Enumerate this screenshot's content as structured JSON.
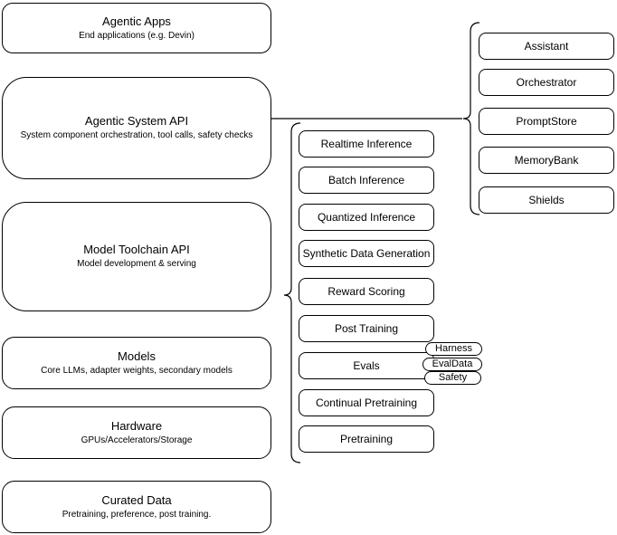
{
  "diagram": {
    "left_stack": [
      {
        "title": "Agentic Apps",
        "subtitle": "End applications (e.g. Devin)"
      },
      {
        "title": "Agentic System API",
        "subtitle": "System component orchestration, tool calls, safety checks"
      },
      {
        "title": "Model Toolchain API",
        "subtitle": "Model development & serving"
      },
      {
        "title": "Models",
        "subtitle": "Core LLMs, adapter weights, secondary models"
      },
      {
        "title": "Hardware",
        "subtitle": "GPUs/Accelerators/Storage"
      },
      {
        "title": "Curated Data",
        "subtitle": "Pretraining, preference, post training."
      }
    ],
    "model_toolchain_items": [
      "Realtime Inference",
      "Batch Inference",
      "Quantized Inference",
      "Synthetic Data Generation",
      "Reward Scoring",
      "Post Training",
      "Evals",
      "Continual Pretraining",
      "Pretraining"
    ],
    "eval_tags": [
      "Harness",
      "EvalData",
      "Safety"
    ],
    "agentic_system_components": [
      "Assistant",
      "Orchestrator",
      "PromptStore",
      "MemoryBank",
      "Shields"
    ],
    "colors": {
      "stroke": "#000000",
      "fill": "#ffffff",
      "background": "#ffffff"
    }
  }
}
